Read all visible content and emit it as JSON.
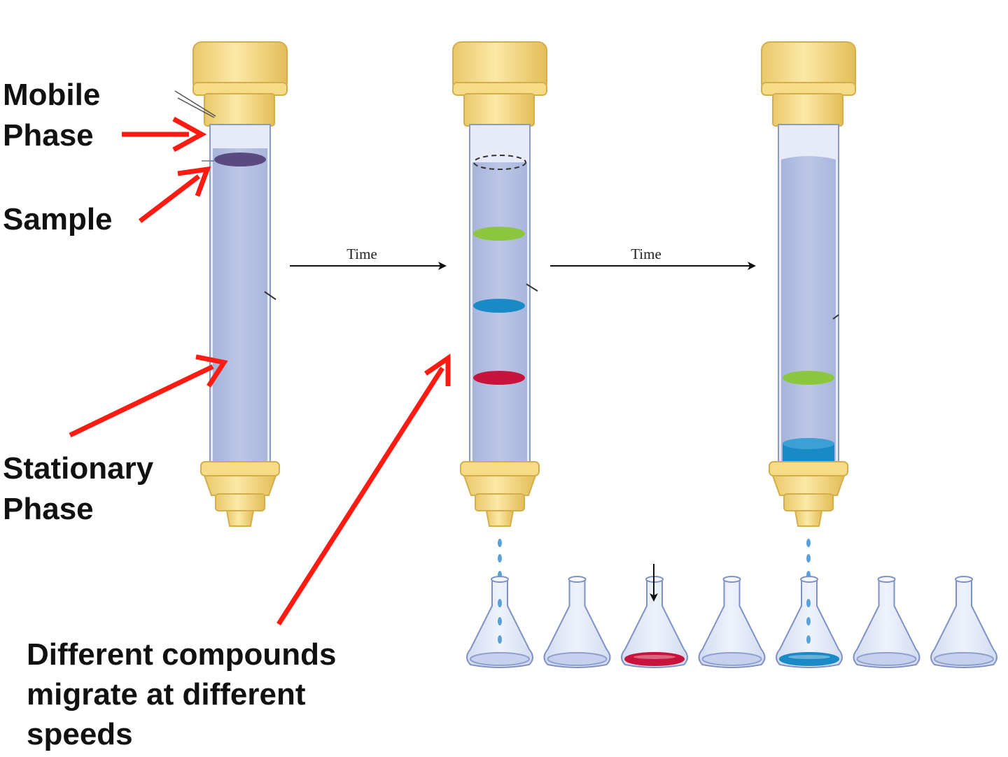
{
  "labels": {
    "mobile_phase_1": "Mobile",
    "mobile_phase_2": "Phase",
    "sample": "Sample",
    "stationary_phase_1": "Stationary",
    "stationary_phase_2": "Phase",
    "migrate_1": "Different compounds",
    "migrate_2": "migrate at different",
    "migrate_3": "speeds"
  },
  "arrows": {
    "time_1": "Time",
    "time_2": "Time"
  },
  "colors": {
    "red_pointer": "#ff1a12",
    "column_liquid": "#b4c0e2",
    "column_glass": "#dfe6f6",
    "fitting_yellow": "#f7e08c",
    "sample_purple": "#5a4a82",
    "band_green": "#8cc63f",
    "band_blue": "#1a8ac6",
    "band_red": "#c8143c",
    "flask_glass": "#e3e9f7"
  },
  "flasks": [
    {
      "content": "empty"
    },
    {
      "content": "empty"
    },
    {
      "content": "red"
    },
    {
      "content": "empty"
    },
    {
      "content": "blue"
    },
    {
      "content": "empty"
    },
    {
      "content": "empty"
    }
  ]
}
